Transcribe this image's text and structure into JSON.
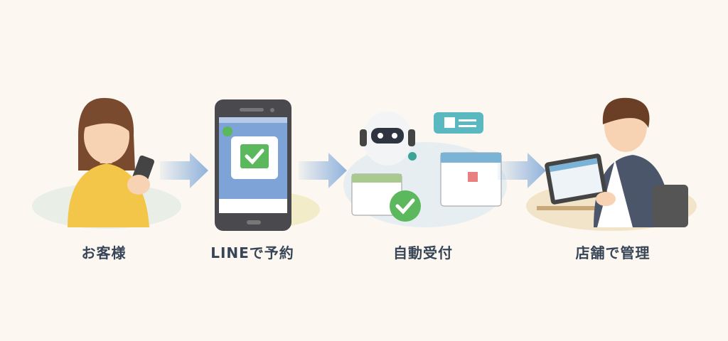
{
  "steps": [
    {
      "label": "お客様",
      "icon": "customer-with-phone"
    },
    {
      "label": "LINEで予約",
      "icon": "smartphone-booking"
    },
    {
      "label": "自動受付",
      "icon": "robot-auto-reception"
    },
    {
      "label": "店舗で管理",
      "icon": "staff-with-tablet"
    }
  ],
  "colors": {
    "background": "#fcf8f1",
    "label": "#384557",
    "arrow": "#8fb2dc",
    "accent_green": "#5cb85c",
    "phone_screen": "#7ea3d6"
  }
}
